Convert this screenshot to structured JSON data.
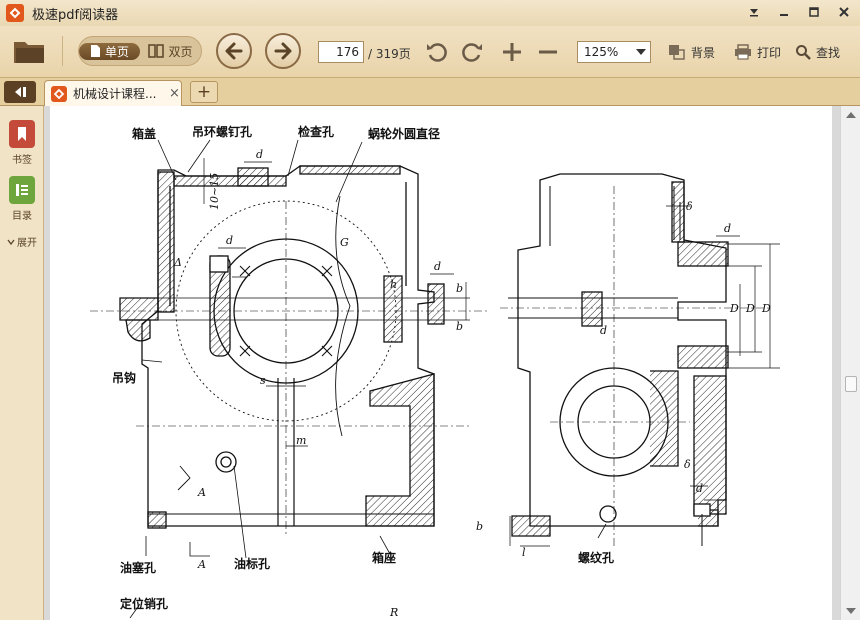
{
  "window": {
    "title": "极速pdf阅读器"
  },
  "toolbar": {
    "view_single": "单页",
    "view_double": "双页",
    "current_page": "176",
    "total_pages": "/ 319页",
    "zoom": "125%",
    "background_label": "背景",
    "print_label": "打印",
    "find_label": "查找"
  },
  "tabs": [
    {
      "title": "机械设计课程...",
      "close": "×"
    }
  ],
  "new_tab": "+",
  "sidebar": {
    "bookmarks": "书签",
    "toc": "目录",
    "expand": "展开"
  },
  "drawing": {
    "labels": {
      "cover": "箱盖",
      "lifting_bolt_hole": "吊环螺钉孔",
      "inspection_hole": "检查孔",
      "worm_wheel_od": "蜗轮外圆直径",
      "hook": "吊钩",
      "drain_plug_hole": "油塞孔",
      "oil_gauge_hole": "油标孔",
      "base": "箱座",
      "threaded_hole": "螺纹孔",
      "locating_pin_hole": "定位销孔"
    },
    "dims": {
      "d": "d",
      "d1": "d",
      "d2": "d",
      "d3": "d",
      "df": "d",
      "delta1": "Δ",
      "delta_small1": "δ",
      "delta_small": "δ",
      "range": "10~15",
      "G": "G",
      "h": "h",
      "b1": "b",
      "b": "b",
      "s": "s",
      "m": "m",
      "A1": "A",
      "A2": "A",
      "D": "D",
      "D1": "D",
      "D2": "D",
      "b2": "b",
      "l2": "l",
      "R1": "R"
    }
  },
  "colors": {
    "toolbar_bg": "#efdfbf",
    "app_logo": "#e2571c",
    "accent_dark": "#6a4a26",
    "bookmark_icon": "#c44a3a",
    "toc_icon": "#6ea53c"
  }
}
